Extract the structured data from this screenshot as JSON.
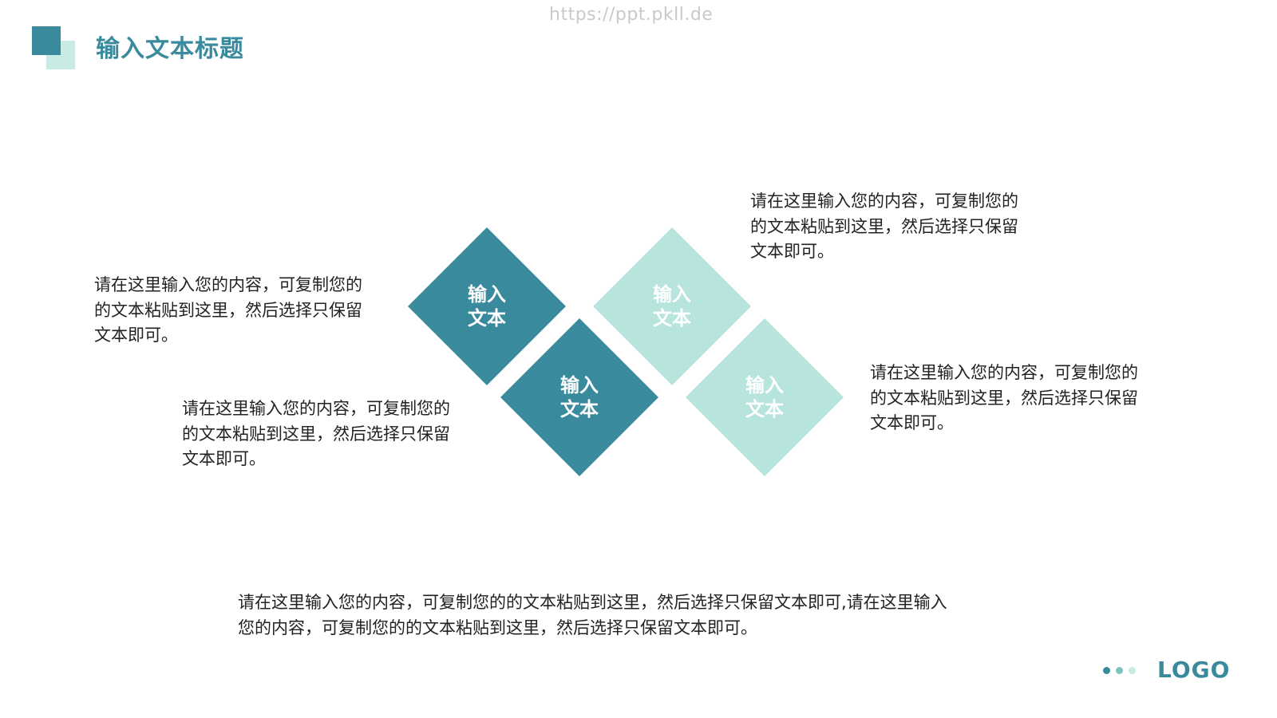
{
  "watermark": "https://ppt.pkll.de",
  "title": "输入文本标题",
  "diamonds": [
    {
      "line1": "输入",
      "line2": "文本",
      "color": "#3a8a9e"
    },
    {
      "line1": "输入",
      "line2": "文本",
      "color": "#3a8a9e"
    },
    {
      "line1": "输入",
      "line2": "文本",
      "color": "#b8e4de"
    },
    {
      "line1": "输入",
      "line2": "文本",
      "color": "#b8e4de"
    }
  ],
  "texts": {
    "left_top": [
      "请在这里输入您的内容，可复制您的",
      "的文本粘贴到这里，然后选择只保留",
      "文本即可。"
    ],
    "left_bottom": [
      "请在这里输入您的内容，可复制您的",
      "的文本粘贴到这里，然后选择只保留",
      "文本即可。"
    ],
    "right_top": [
      "请在这里输入您的内容，可复制您的",
      "的文本粘贴到这里，然后选择只保留",
      "文本即可。"
    ],
    "right_bottom": [
      "请在这里输入您的内容，可复制您的",
      "的文本粘贴到这里，然后选择只保留",
      "文本即可。"
    ],
    "bottom": [
      "请在这里输入您的内容，可复制您的的文本粘贴到这里，然后选择只保留文本即可,请在这里输入",
      "您的内容，可复制您的的文本粘贴到这里，然后选择只保留文本即可。"
    ]
  },
  "footer": {
    "logo": "LOGO",
    "dot_colors": [
      "#3a8a9e",
      "#7cc4bc",
      "#c8ebe6"
    ]
  },
  "colors": {
    "accent": "#3a8a9e",
    "light": "#b8e4de"
  }
}
